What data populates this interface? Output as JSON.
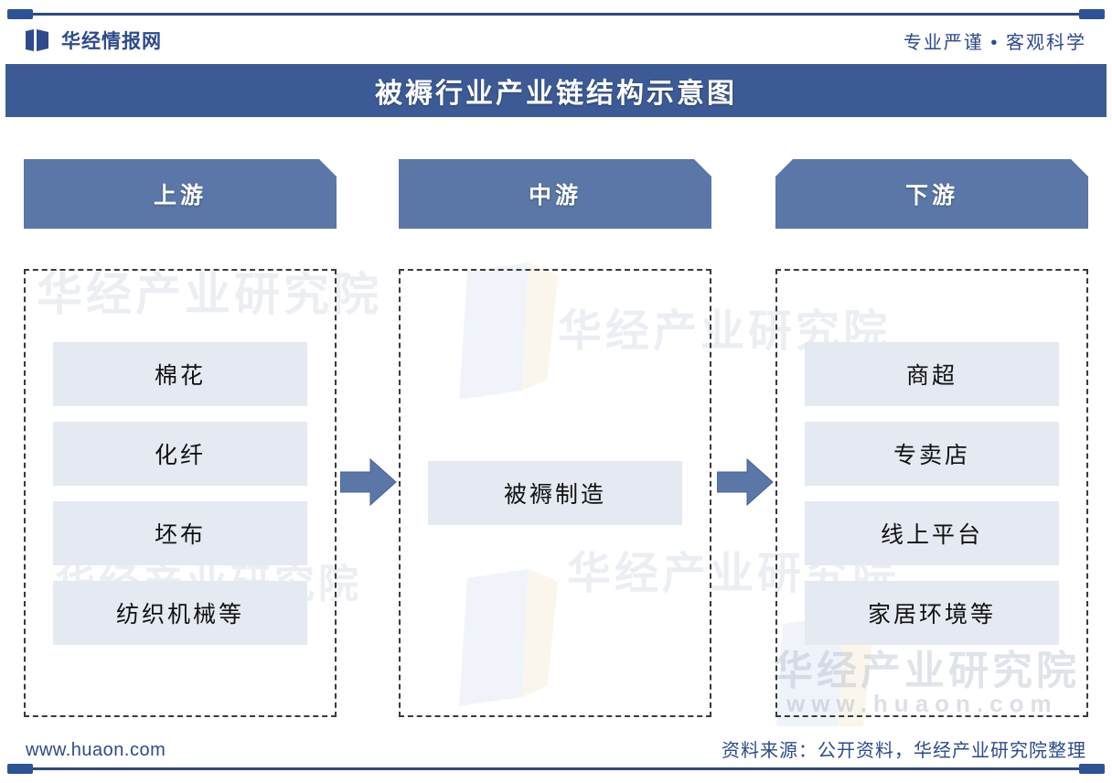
{
  "header": {
    "brand_name": "华经情报网",
    "brand_icon": "book-mark-icon",
    "tagline": "专业严谨 • 客观科学"
  },
  "title": {
    "text": "被褥行业产业链结构示意图"
  },
  "colors": {
    "title_bar": "#3C5A96",
    "stage_header": "#5B77A8",
    "node_fill": "#E4E9F2",
    "arrow": "#5B77A8",
    "brand_blue": "#2D4A8C",
    "rule": "#2D4A7C"
  },
  "diagram": {
    "type": "industry-chain",
    "stages": [
      {
        "key": "upstream",
        "label": "上游",
        "items": [
          {
            "label": "棉花"
          },
          {
            "label": "化纤"
          },
          {
            "label": "坯布"
          },
          {
            "label": "纺织机械等"
          }
        ]
      },
      {
        "key": "midstream",
        "label": "中游",
        "items": [
          {
            "label": "被褥制造"
          }
        ]
      },
      {
        "key": "downstream",
        "label": "下游",
        "items": [
          {
            "label": "商超"
          },
          {
            "label": "专卖店"
          },
          {
            "label": "线上平台"
          },
          {
            "label": "家居环境等"
          }
        ]
      }
    ],
    "connectors": [
      {
        "from": "upstream",
        "to": "midstream",
        "icon": "right-arrow-icon"
      },
      {
        "from": "midstream",
        "to": "downstream",
        "icon": "right-arrow-icon"
      }
    ]
  },
  "watermark": {
    "institute": "华经产业研究院",
    "url": "www.huaon.com",
    "repeats": [
      "华经产业研究院",
      "华经产业",
      "华经产",
      "华经产业研究院"
    ]
  },
  "footer": {
    "site": "www.huaon.com",
    "source": "资料来源：公开资料，华经产业研究院整理"
  }
}
